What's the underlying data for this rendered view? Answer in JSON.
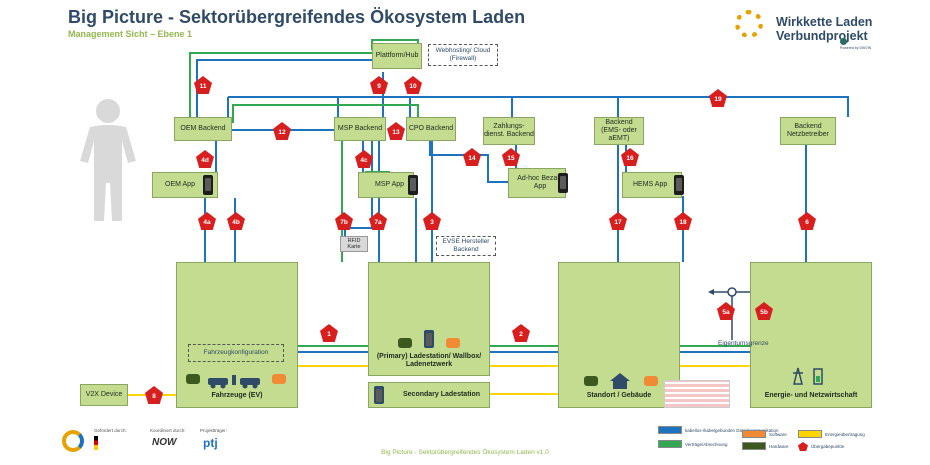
{
  "title": "Big Picture - Sektorübergreifendes Ökosystem Laden",
  "subtitle": "Management Sicht – Ebene 1",
  "logo": {
    "line1": "Wirkkette Laden",
    "line2": "Verbundprojekt",
    "powered": "Powered by DKE/IN"
  },
  "components": {
    "oem_backend": "OEM Backend",
    "msp_backend": "MSP Backend",
    "cpo_backend": "CPO Backend",
    "plattform_hub": "Plattform/Hub",
    "webhosting": "Webhosting/ Cloud (Firewall)",
    "zahlungsdienst": "Zahlungs- dienst. Backend",
    "ems_backend": "Backend (EMS- oder aEMT)",
    "netzbetreiber_backend": "Backend Netzbetreiber",
    "oem_app": "OEM App",
    "msp_app": "MSP App",
    "adhoc_app": "Ad-hoc Bezahl App",
    "hems_app": "HEMS App",
    "rfid": "RFID Karte",
    "evse_backend": "EVSE Hersteller Backend",
    "v2x": "V2X Device",
    "fahrzeugkonfiguration": "Fahrzeugkonfiguration",
    "fahrzeuge": "Fahrzeuge (EV)",
    "ladestation": "(Primary) Ladestation/ Wallbox/ Ladenetzwerk",
    "secondary": "Secondary Ladestation",
    "standort": "Standort / Gebäude",
    "energie": "Energie- und Netzwirtschaft",
    "eigentumsgrenze": "Eigentumsgrenze"
  },
  "points": [
    "11",
    "9",
    "10",
    "19",
    "12",
    "13",
    "4d",
    "4c",
    "14",
    "15",
    "16",
    "4a",
    "4b",
    "7b",
    "7a",
    "3",
    "17",
    "18",
    "6",
    "1",
    "2",
    "5a",
    "5b",
    "8"
  ],
  "legend": {
    "blue": "kabellos-/kabelgebunden Datenkommunikation",
    "green": "Verträge/Abrechnung",
    "orange": "Software",
    "darkgreen": "Hardware",
    "yellow": "Energieübertragung",
    "red": "Übergabepunkte"
  },
  "footer": "Big Picture - Sektorübergreifendes Ökosystem Laden v1.0",
  "funding": {
    "gefoerdert": "Gefördert durch:",
    "koordiniert": "Koordiniert durch:",
    "projekttraeger": "Projektträger:",
    "now": "NOW",
    "ptj": "ptj"
  },
  "colors": {
    "blue": "#1e73be",
    "green": "#33a852",
    "yellow": "#ffd400",
    "red": "#d81f1f",
    "box": "#c4dc8f",
    "title": "#2f4b67"
  }
}
